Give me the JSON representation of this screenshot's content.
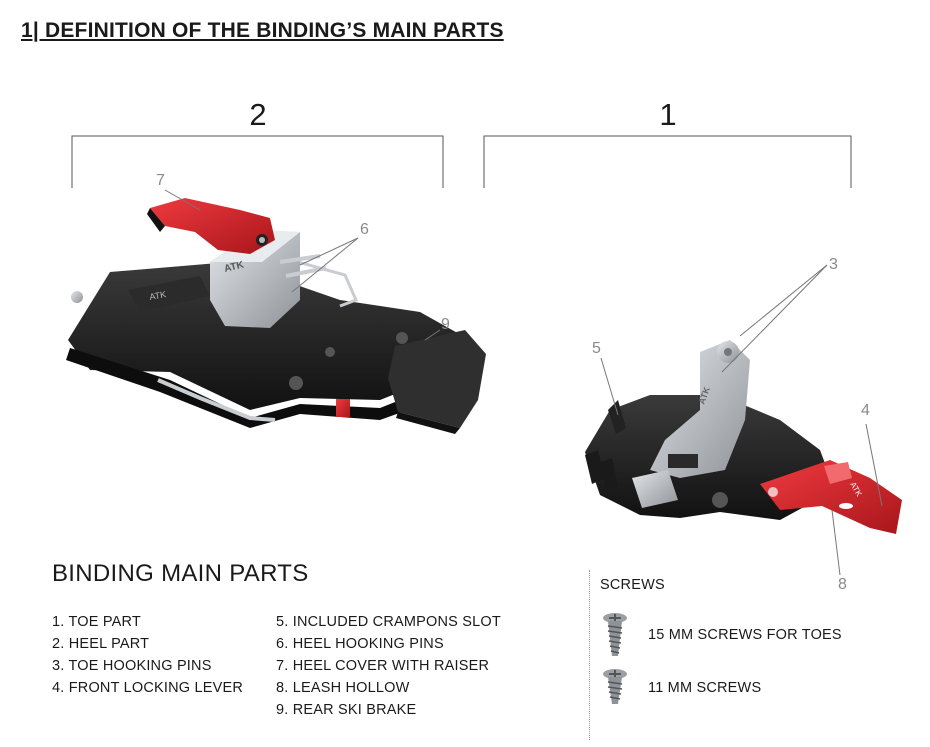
{
  "section_title": "1| DEFINITION OF THE BINDING’S MAIN PARTS",
  "groups": [
    {
      "number": "2"
    },
    {
      "number": "1"
    }
  ],
  "callouts": {
    "c3": "3",
    "c4": "4",
    "c5": "5",
    "c6": "6",
    "c7": "7",
    "c8": "8",
    "c9": "9"
  },
  "heel_brand": "ATK",
  "toe_brand": "ATK",
  "parts": {
    "heading": "BINDING MAIN PARTS",
    "column_1": [
      "1. TOE PART",
      "2. HEEL PART",
      "3. TOE HOOKING PINS",
      "4. FRONT LOCKING LEVER"
    ],
    "column_2": [
      "5. INCLUDED CRAMPONS SLOT",
      "6. HEEL HOOKING PINS",
      "7. HEEL COVER WITH RAISER",
      "8. LEASH HOLLOW",
      "9. REAR SKI BRAKE"
    ]
  },
  "screws": {
    "heading": "SCREWS",
    "items": [
      {
        "label": "15 MM SCREWS FOR TOES",
        "icon": "screw-long-icon"
      },
      {
        "label": "11 MM SCREWS",
        "icon": "screw-short-icon"
      }
    ]
  },
  "colors": {
    "red": "#d6262b",
    "black": "#1c1c1c",
    "silver": "#b8bcc0"
  }
}
